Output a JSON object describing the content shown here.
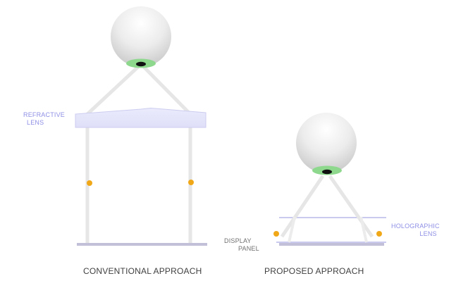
{
  "labels": {
    "refractive_lens": [
      "REFRACTIVE",
      "LENS"
    ],
    "holographic_lens": [
      "HOLOGRAPHIC",
      "LENS"
    ],
    "display_panel": [
      "DISPLAY",
      "PANEL"
    ]
  },
  "captions": {
    "conventional": "CONVENTIONAL APPROACH",
    "proposed": "PROPOSED APPROACH"
  },
  "colors": {
    "accent_label": "#8f8fe6",
    "muted_label": "#707070",
    "caption": "#404040",
    "ray": "#e8e8e8",
    "pupil_ring": "#8ed88e",
    "pupil": "#111111",
    "focus_point": "#f0a818",
    "lens_fill": "#e4e4fb",
    "lens_stroke": "#c8c8f0",
    "panel": "#c2bfd8",
    "holo_line": "#b8b8ea"
  }
}
